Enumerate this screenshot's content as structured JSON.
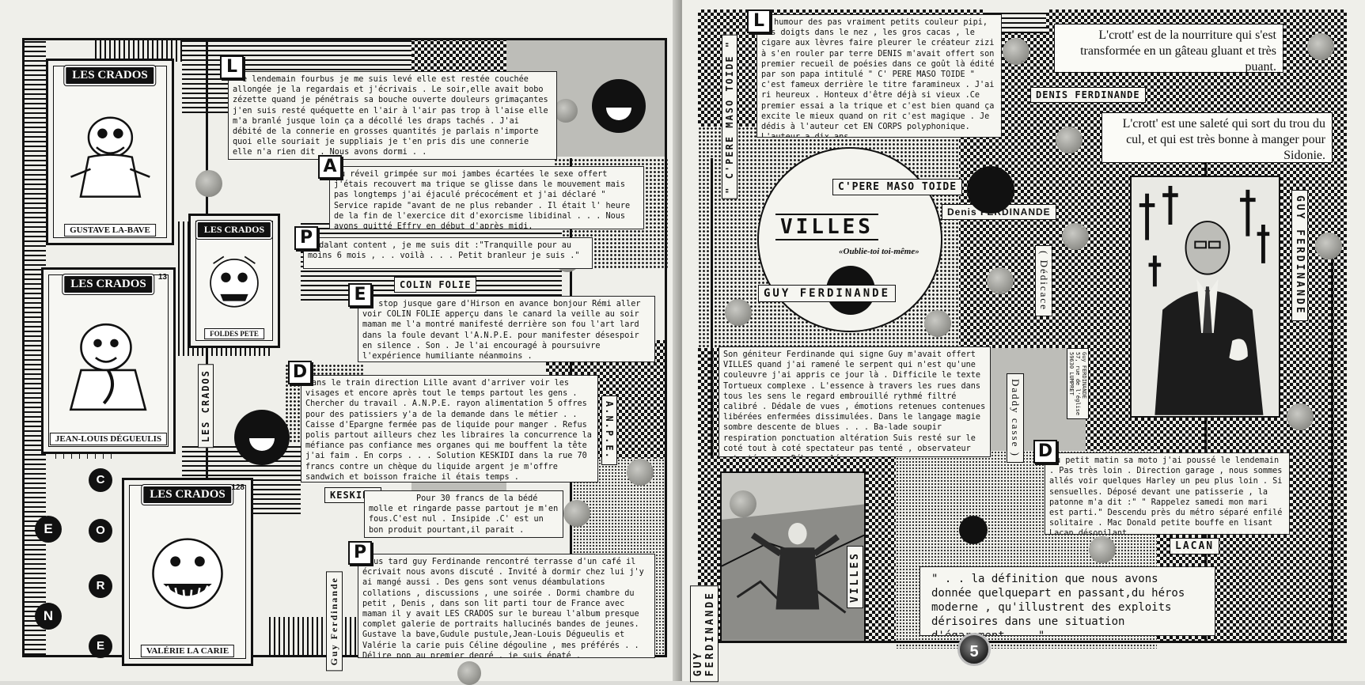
{
  "left_page": {
    "cards": [
      {
        "title": "LES CRADOS",
        "number": "",
        "name": "GUSTAVE LA-BAVE"
      },
      {
        "title": "LES CRADOS",
        "number": "",
        "name": "FOLDES PETE"
      },
      {
        "title": "LES CRADOS",
        "number": "13",
        "name": "JEAN-LOUIS DÉGUEULIS"
      },
      {
        "title": "LES CRADOS",
        "number": "128",
        "name": "VALÉRIE LA CARIE"
      }
    ],
    "side_label_crados": "LES CRADOS",
    "side_label_anpe": "A.N.P.E.",
    "side_label_guy": "Guy Ferdinande",
    "encore_letters": [
      "C",
      "O",
      "R",
      "N",
      "E"
    ],
    "encore_first": "E",
    "colin_label": "COLIN FOLIE",
    "keskidi_label": "KESKIDI",
    "paragraphs": [
      {
        "drop": "L",
        "text": "e lendemain fourbus je me suis levé elle est restée couchée allongée je la regardais et j'écrivais . Le soir,elle avait bobo zézette quand je pénétrais sa bouche ouverte douleurs grimaçantes j'en suis resté quéquette en l'air à l'air pas trop à l'aise elle m'a branlé jusque loin ça a décollé les draps tachés . J'ai débité de la connerie en grosses quantités je parlais n'importe quoi elle souriait je suppliais je t'en pris dis une connerie elle n'a rien dit . Nous avons dormi . ."
      },
      {
        "drop": "A",
        "text": "u réveil grimpée sur moi jambes écartées le sexe offert j'étais recouvert ma trique se glisse dans le mouvement mais pas longtemps j'ai éjaculé précocément et j'ai déclaré \" Service rapide \"avant de ne plus rebander . Il était l' heure de la fin de l'exercice dit d'exorcisme libidinal . . . Nous avons quitté Effry en début d'après midi."
      },
      {
        "drop": "P",
        "text": "édalant content , je me suis dit :\"Tranquille pour au moins 6 mois , . . voilà . . . Petit branleur je suis .\""
      },
      {
        "drop": "E",
        "text": "n stop jusque gare d'Hirson en avance bonjour Rémi aller voir COLIN FOLIE apperçu dans le canard la veille au soir maman me l'a montré manifesté derrière son fou l'art lard dans la foule devant l'A.N.P.E. pour manifester désespoir en silence . Son . Je l'ai encouragé à poursuivre l'expérience humiliante néanmoins ."
      },
      {
        "drop": "D",
        "text": "ans le train direction Lille avant d'arriver voir les visages et encore après tout le temps partout les gens . Chercher du travail . A.N.P.E. rayon alimentation 5 offres pour des patissiers y'a de la demande dans le métier . . Caisse d'Epargne fermée pas de liquide pour manger . Refus polis partout ailleurs chez les libraires la concurrence la méfiance pas confiance mes organes qui me bouffent la tête j'ai faim . En corps . . . Solution KESKIDI dans la rue 70 francs contre un chèque du liquide argent je m'offre sandwich et boisson fraiche il étais temps ."
      },
      {
        "drop": "",
        "text": "Pour 30 francs de la bédé molle et ringarde passe partout je m'en fous.C'est nul . Insipide .C' est un bon produit pourtant,il parait ."
      },
      {
        "drop": "P",
        "text": "lus tard guy Ferdinande rencontré terrasse d'un café il écrivait nous avons discuté . Invité à dormir chez lui j'y ai mangé aussi . Des gens sont venus déambulations collations , discussions , une soirée . Dormi chambre du petit , Denis , dans son lit parti tour de France avec maman il y avait LES CRADOS sur le bureau l'album presque complet galerie de portraits hallucinés bandes de jeunes. Gustave la bave,Gudule pustule,Jean-Louis Dégueulis et Valérie la carie puis Céline dégouline , mes préférés . . Délire pop au premier degré , je suis épaté ."
      }
    ]
  },
  "right_page": {
    "top_paragraph": {
      "drop": "L",
      "text": "'humour des pas vraiment petits couleur pipi, les doigts dans le nez , les gros cacas , le cigare aux lèvres faire pleurer le créateur zizi à s'en rouler par terre DENIS m'avait offert son premier recueil de poésies dans ce goût là édité par son papa intitulé \" C' PERE MASO TOIDE \" c'est fameux derrière le titre faramineux . J'ai ri heureux . Honteux d'être déjà si vieux .Ce premier essai a la trique et c'est bien quand ça excite le mieux quand on rit c'est magique . Je dédis à l'auteur cet EN CORPS polyphonique. L'auteur a dix ans ."
    },
    "crott_1": "L'crott' est de la nourriture qui s'est transformée en un gâteau gluant et très puant.",
    "denis_label": "DENIS FERDINANDE",
    "crott_2": "L'crott' est une saleté qui sort du trou du cul, et qui est très bonne à manger pour Sidonie.",
    "side_label_maso": "\" C'PERE MASO TOIDE \"",
    "book": {
      "title": "C'PERE MASO TOIDE",
      "author": "Denis FERDINANDE",
      "villes": "VILLES",
      "subtitle": "«Oublie-toi toi-même»",
      "guy": "GUY FERDINANDE"
    },
    "dedicace": "( Dédicace",
    "daddy": "Daddy casse )",
    "stamp": "Guy FERDINANDE\n57, rue de l'église\n59630 LUMPRET",
    "guy_vertical": "GUY FERDINANDE",
    "middle_paragraph": "Son géniteur Ferdinande qui signe Guy m'avait offert VILLES quand j'ai ramené le serpent qui n'est qu'une couleuvre j'ai appris ce jour là . Difficile le texte Tortueux complexe . L'essence à travers les rues dans tous les sens le regard embrouillé rythmé filtré calibré . Dédale de vues , émotions retenues contenues libérées enfermées dissimulées. Dans le langage magie sombre descente de blues . . . Ba-lade soupir respiration ponctuation altération Suis resté sur le coté tout à coté spectateur pas tenté , observateur patenté . . . Déboussolé . . .",
    "photo_label_left": "GUY FERDINANDE",
    "photo_label_right": "VILLES",
    "lacan_paragraph": {
      "drop": "D",
      "text": "u petit matin sa moto j'ai poussé le lendemain . Pas très loin . Direction garage , nous sommes allés voir quelques Harley un peu plus loin . Si sensuelles. Déposé devant une patisserie , la patonne m'a dit :\" \" Rappelez samedi mon mari est parti.\" Descendu près du métro séparé enfilé solitaire . Mac Donald petite bouffe en lisant Lacan désopilant ."
    },
    "lacan_label": "LACAN",
    "quote": "\" . . la définition que nous avons donnée quelquepart en passant,du héros moderne , qu'illustrent des exploits dérisoires dans une situation d'égarement . . \"",
    "page_number": "5"
  }
}
